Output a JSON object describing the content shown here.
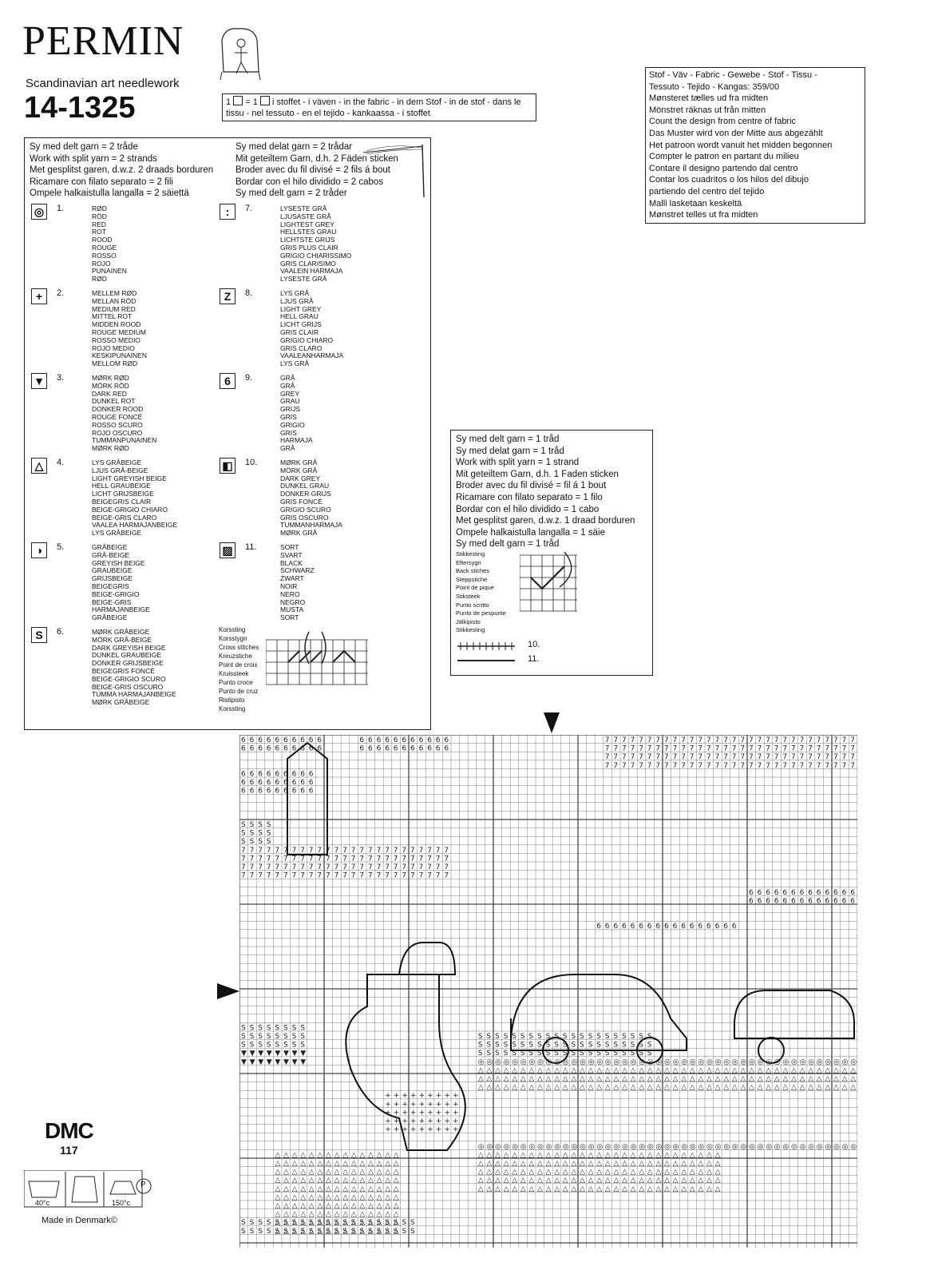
{
  "brand": {
    "name": "PERMIN",
    "tagline": "Scandinavian art needlework",
    "code": "14-1325"
  },
  "fabric_note": {
    "count_prefix": "1",
    "count_mid": "= 1",
    "text": "i stoffet - i väven - in the fabric - in dem Stof - in de stof - dans le tissu - nel tessuto - en el tejido - kankaassa - i stoffet"
  },
  "count_box": [
    "Stof - Väv - Fabric - Gewebe - Stof - Tissu -",
    "Tessuto - Tejido - Kangas: 359/00",
    "Mønsteret tælles ud fra midten",
    "Mönstret räknas ut från mitten",
    "Count the design from centre of fabric",
    "Das Muster wird von der Mitte aus abgezählt",
    "Het patroon wordt vanuit het midden begonnen",
    "Compter le patron en partant du milieu",
    "Contare il designo partendo dal centro",
    "Contar los cuadritos o los hilos del dibujo",
    "partiendo del centro del tejido",
    "Malli lasketaan keskeltä",
    "Mønstret telles ut fra midten"
  ],
  "key": {
    "instr_left": [
      "Sy med delt garn = 2 tråde",
      "Work with split yarn = 2 strands",
      "Met gesplitst garen, d.w.z. 2 draads borduren",
      "Ricamare con filato separato = 2 fili",
      "Ompele halkaistulla langalla = 2 säiettä"
    ],
    "instr_right": [
      "Sy med delat garn = 2 trådar",
      "Mit geteiltem Garn, d.h. 2 Fäden sticken",
      "Broder avec du fil divisé = 2 fils á bout",
      "Bordar con el hilo dividido = 2 cabos",
      "Sy med delt garn = 2 tråder"
    ],
    "colors": [
      {
        "num": "1.",
        "sym": "◎",
        "names": "RØD\nRÖD\nRED\nROT\nROOD\nROUGE\nROSSO\nROJO\nPUNAINEN\nRØD"
      },
      {
        "num": "2.",
        "sym": "+",
        "names": "MELLEM RØD\nMELLAN RÖD\nMEDIUM RED\nMITTEL ROT\nMIDDEN ROOD\nROUGE MEDIUM\nROSSO MEDIO\nROJO MEDIO\nKESKIPUNAINEN\nMELLOM RØD"
      },
      {
        "num": "3.",
        "sym": "▼",
        "names": "MØRK RØD\nMÖRK RÖD\nDARK RED\nDUNKEL ROT\nDONKER ROOD\nROUGE FONCÉ\nROSSO SCURO\nROJO OSCURO\nTUMMANPUNAINEN\nMØRK RØD"
      },
      {
        "num": "4.",
        "sym": "△",
        "names": "LYS GRÅBEIGE\nLJUS GRÅ-BEIGE\nLIGHT GREYISH BEIGE\nHELL GRAUBEIGE\nLICHT GRIJSBEIGE\nBEIGEGRIS CLAIR\nBEIGE-GRIGIO CHIARO\nBEIGE-GRIS CLARO\nVAALEA HARMAJANBEIGE\nLYS GRÅBEIGE"
      },
      {
        "num": "5.",
        "sym": "◑",
        "names": "GRÅBEIGE\nGRÅ-BEIGE\nGREYISH BEIGE\nGRAUBEIGE\nGRIJSBEIGE\nBEIGEGRIS\nBEIGE-GRIGIO\nBEIGE-GRIS\nHARMAJANBEIGE\nGRÅBEIGE"
      },
      {
        "num": "6.",
        "sym": "S",
        "names": "MØRK GRÅBEIGE\nMÖRK GRÅ-BEIGE\nDARK GREYISH BEIGE\nDUNKEL GRAUBEIGE\nDONKER GRIJSBEIGE\nBEIGEGRIS FONCÉ\nBEIGE-GRIGIO SCURO\nBEIGE-GRIS OSCURO\nTUMMA HARMAJANBEIGE\nMØRK GRÅBEIGE"
      },
      {
        "num": "7.",
        "sym": ":",
        "names": "LYSESTE GRÅ\nLJUSASTE GRÅ\nLIGHTEST GREY\nHELLSTES GRAU\nLICHTSTE GRIJS\nGRIS PLUS CLAIR\nGRIGIO CHIARISSIMO\nGRIS CLARISIMO\nVAALEIN HARMAJA\nLYSESTE GRÅ"
      },
      {
        "num": "8.",
        "sym": "Z",
        "names": "LYS GRÅ\nLJUS GRÅ\nLIGHT GREY\nHELL GRAU\nLICHT GRIJS\nGRIS CLAIR\nGRIGIO CHIARO\nGRIS CLARO\nVAALEANHARMAJA\nLYS GRÅ"
      },
      {
        "num": "9.",
        "sym": "6",
        "names": "GRÅ\nGRÅ\nGREY\nGRAU\nGRIJS\nGRIS\nGRIGIO\nGRIS\nHARMAJA\nGRÅ"
      },
      {
        "num": "10.",
        "sym": "◧",
        "names": "MØRK GRÅ\nMÖRK GRÅ\nDARK GREY\nDUNKEL GRAU\nDONKER GRIJS\nGRIS FONCÉ\nGRIGIO SCURO\nGRIS OSCURO\nTUMMANHARMAJA\nMØRK GRÅ"
      },
      {
        "num": "11.",
        "sym": "▨",
        "names": "SORT\nSVART\nBLACK\nSCHWARZ\nZWART\nNOIR\nNERO\nNEGRO\nMUSTA\nSORT"
      }
    ],
    "cross_stitch_names": "Korssting\nKorsstygn\nCross stitches\nKreuzstiche\nPoint de croix\nKruissteek\nPunto croce\nPunto de cruz\nRistipisto\nKorssting"
  },
  "strand1": {
    "lines": [
      "Sy med delt garn = 1 tråd",
      "Sy med delat garn = 1 tråd",
      "Work with split yarn = 1 strand",
      "Mit geteiltem Garn, d.h. 1 Faden sticken",
      "Broder avec du fil divisé = fil á 1 bout",
      "Ricamare con filato separato = 1 filo",
      "Bordar con el hilo dividido = 1 cabo",
      "Met gesplitst garen, d.w.z. 1 draad borduren",
      "Ompele halkaistulla langalla = 1 säie",
      "Sy med delt garn = 1 tråd"
    ],
    "backstitch_names": "Stikkesting\nEftersygn\nBack stiches\nSteppstiche\nPoint de pique\nStiksteek\nPunto scritto\nPunto de pespunte\nJälkipisto\nStikkesting",
    "line_keys": [
      "10.",
      "11."
    ]
  },
  "footer": {
    "dmc": "DMC",
    "dmc_num": "117",
    "wash": "40°c",
    "iron": "150°c",
    "dry": "P",
    "made": "Made in Denmark©"
  }
}
